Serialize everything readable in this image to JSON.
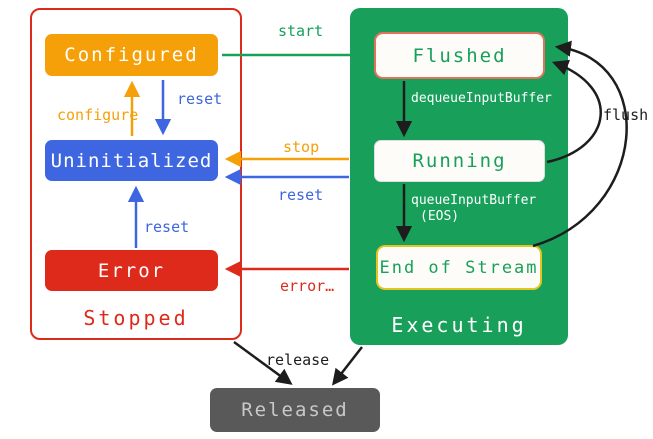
{
  "diagram": {
    "groups": {
      "stopped": {
        "label": "Stopped"
      },
      "executing": {
        "label": "Executing"
      }
    },
    "states": {
      "configured": {
        "label": "Configured"
      },
      "uninitialized": {
        "label": "Uninitialized"
      },
      "error": {
        "label": "Error"
      },
      "flushed": {
        "label": "Flushed"
      },
      "running": {
        "label": "Running"
      },
      "end_of_stream": {
        "label": "End of Stream"
      },
      "released": {
        "label": "Released"
      }
    },
    "transitions": {
      "start": {
        "label": "start"
      },
      "reset_configured": {
        "label": "reset"
      },
      "configure": {
        "label": "configure"
      },
      "stop": {
        "label": "stop"
      },
      "reset_executing": {
        "label": "reset"
      },
      "reset_error": {
        "label": "reset"
      },
      "error": {
        "label": "error…"
      },
      "dequeue_input_buffer": {
        "label": "dequeueInputBuffer"
      },
      "queue_input_buffer": {
        "label": "queueInputBuffer"
      },
      "queue_input_buffer_eos": {
        "label": "(EOS)"
      },
      "flush": {
        "label": "flush"
      },
      "release": {
        "label": "release"
      }
    },
    "colors": {
      "orange": "#f5a009",
      "blue": "#3d66e0",
      "red": "#de2a1b",
      "green": "#18a05b",
      "released_gray": "#595959",
      "flushed_border": "#e0735c",
      "end_of_stream_border": "#e3c522",
      "arrow_black": "#1d1d1d"
    }
  }
}
